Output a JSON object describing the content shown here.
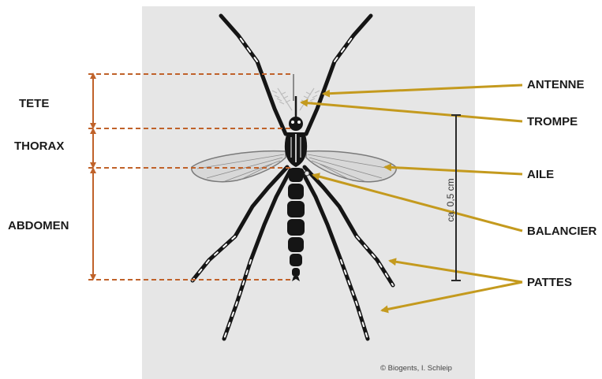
{
  "left_labels": {
    "head": "TETE",
    "thorax": "THORAX",
    "abdomen": "ABDOMEN"
  },
  "right_labels": {
    "antenna": "ANTENNE",
    "proboscis": "TROMPE",
    "wing": "AILE",
    "haltere": "BALANCIER",
    "legs": "PATTES"
  },
  "scale_text": "ca. 0,5 cm",
  "credit": "© Biogents, I. Schleip",
  "colors": {
    "panel": "#e6e6e6",
    "segment_marker": "#c0622a",
    "pointer": "#c49a1e",
    "body": "#141414"
  }
}
